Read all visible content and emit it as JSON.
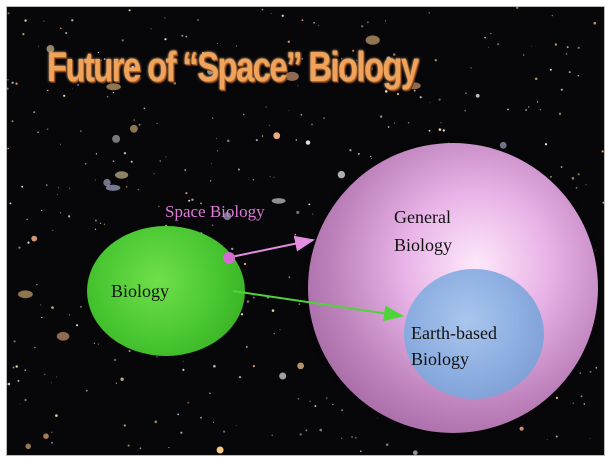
{
  "title": "Future of “Space” Biology",
  "labels": {
    "space_biology": "Space Biology",
    "biology": "Biology",
    "general_biology_line1": "General",
    "general_biology_line2": "Biology",
    "earth_based_line1": "Earth-based",
    "earth_based_line2": "Biology"
  },
  "colors": {
    "background": "#07070a",
    "title": "#f0a35a",
    "biology_circle": "#47c530",
    "general_biology_circle": "#d79ad4",
    "earth_based_circle": "#8fb0e2",
    "space_arrow": "#e48ee0",
    "green_arrow": "#4fd33a"
  }
}
